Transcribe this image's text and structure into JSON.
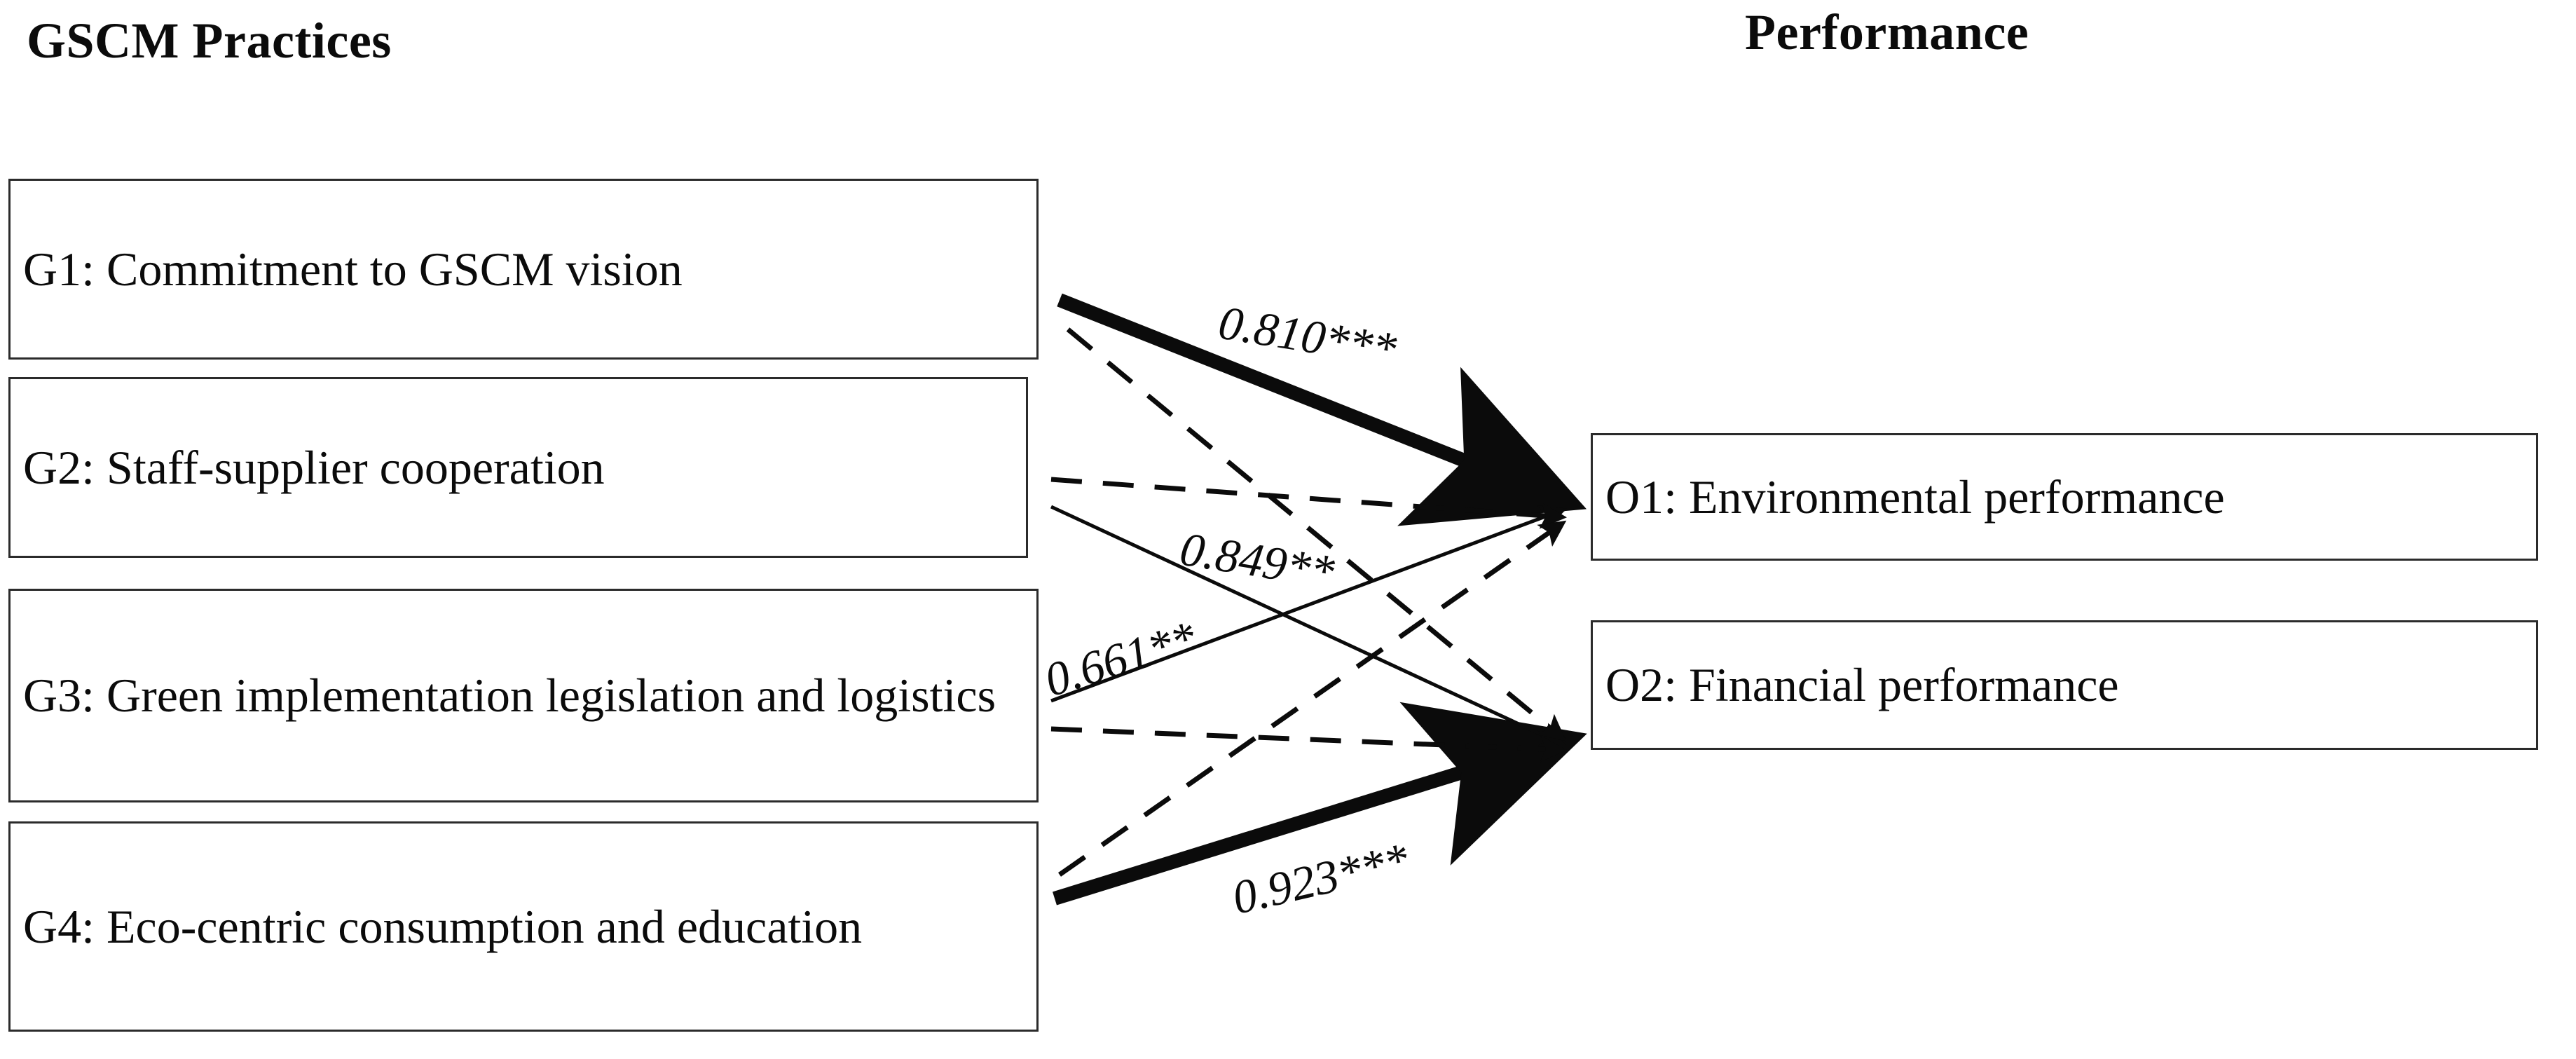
{
  "headings": {
    "left": "GSCM Practices",
    "right": "Performance"
  },
  "predictors": [
    {
      "id": "G1",
      "label": "G1: Commitment to GSCM vision"
    },
    {
      "id": "G2",
      "label": "G2: Staff-supplier cooperation"
    },
    {
      "id": "G3",
      "label": "G3: Green implementation legislation and logistics"
    },
    {
      "id": "G4",
      "label": "G4: Eco-centric consumption and education"
    }
  ],
  "outcomes": [
    {
      "id": "O1",
      "label": "O1: Environmental performance"
    },
    {
      "id": "O2",
      "label": "O2: Financial performance"
    }
  ],
  "coefficients": [
    {
      "id": "c1",
      "from": "G1",
      "to": "O1",
      "text": "0.810***",
      "value": 0.81,
      "stars": "***",
      "significant": true,
      "style": "thick-solid"
    },
    {
      "id": "c2",
      "from": "G2",
      "to": "O2",
      "text": "0.849**",
      "value": 0.849,
      "stars": "**",
      "significant": true,
      "style": "thin-solid"
    },
    {
      "id": "c3",
      "from": "G3",
      "to": "O1",
      "text": "0.661**",
      "value": 0.661,
      "stars": "**",
      "significant": true,
      "style": "thin-solid"
    },
    {
      "id": "c4",
      "from": "G4",
      "to": "O2",
      "text": "0.923***",
      "value": 0.923,
      "stars": "***",
      "significant": true,
      "style": "thick-solid"
    }
  ],
  "unlabeled_paths": [
    {
      "from": "G1",
      "to": "O2",
      "style": "dashed"
    },
    {
      "from": "G2",
      "to": "O1",
      "style": "dashed"
    },
    {
      "from": "G3",
      "to": "O2",
      "style": "dashed"
    },
    {
      "from": "G4",
      "to": "O1",
      "style": "dashed"
    }
  ],
  "colors": {
    "stroke": "#0b0b0b",
    "box_border": "#2b2b2b",
    "background": "#ffffff",
    "text": "#0b0b0b"
  },
  "chart_data": {
    "type": "diagram",
    "title": "GSCM Practices to Performance path model",
    "nodes_left": [
      "G1: Commitment to GSCM vision",
      "G2: Staff-supplier cooperation",
      "G3: Green implementation legislation and logistics",
      "G4: Eco-centric consumption and education"
    ],
    "nodes_right": [
      "O1: Environmental performance",
      "O2: Financial performance"
    ],
    "edges": [
      {
        "source": "G1",
        "target": "O1",
        "label": "0.810***",
        "value": 0.81,
        "line": "thick solid"
      },
      {
        "source": "G1",
        "target": "O2",
        "label": "",
        "value": null,
        "line": "dashed"
      },
      {
        "source": "G2",
        "target": "O1",
        "label": "",
        "value": null,
        "line": "dashed"
      },
      {
        "source": "G2",
        "target": "O2",
        "label": "0.849**",
        "value": 0.849,
        "line": "thin solid"
      },
      {
        "source": "G3",
        "target": "O1",
        "label": "0.661**",
        "value": 0.661,
        "line": "thin solid"
      },
      {
        "source": "G3",
        "target": "O2",
        "label": "",
        "value": null,
        "line": "dashed"
      },
      {
        "source": "G4",
        "target": "O1",
        "label": "",
        "value": null,
        "line": "dashed"
      },
      {
        "source": "G4",
        "target": "O2",
        "label": "0.923***",
        "value": 0.923,
        "line": "thick solid"
      }
    ]
  }
}
